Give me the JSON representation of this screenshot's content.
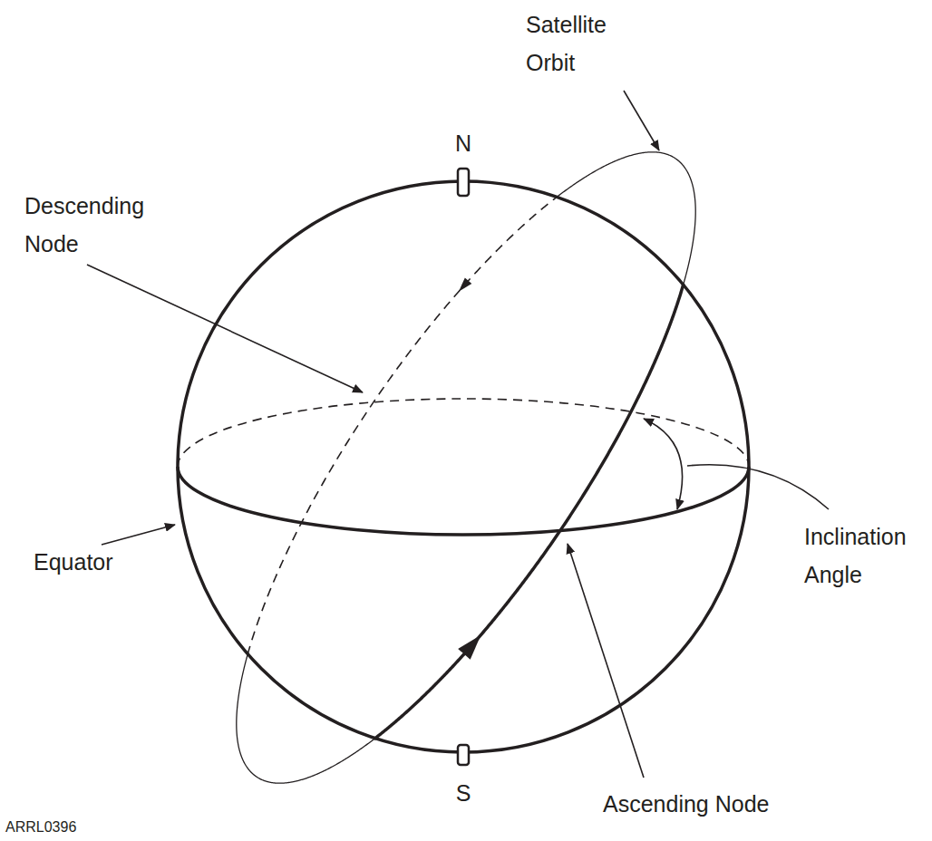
{
  "diagram": {
    "labels": [
      "Satellite Orbit",
      "N",
      "Descending Node",
      "Equator",
      "Inclination Angle",
      "S",
      "Ascending Node",
      "ARRL0396"
    ]
  }
}
